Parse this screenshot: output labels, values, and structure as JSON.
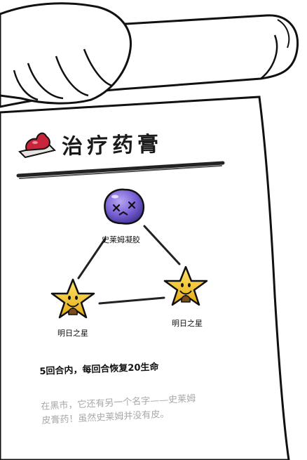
{
  "recipe": {
    "title": "治疗药膏",
    "result_icon": "red-potion-blob-icon",
    "colors": {
      "ink": "#1a1a1a",
      "flavor_text": "#a8a8a8",
      "potion_red": "#c8243b",
      "slime_purple": "#7b63d6",
      "star_yellow": "#f2c51c"
    },
    "ingredients": {
      "top": {
        "name": "史莱姆凝胶",
        "icon": "purple-slime-gel-icon"
      },
      "left": {
        "name": "明日之星",
        "icon": "smiling-star-icon"
      },
      "right": {
        "name": "明日之星",
        "icon": "smiling-star-icon"
      }
    },
    "effect": "5回合内，每回合恢复20生命",
    "flavor_lines": [
      "在黑市，它还有另一个名字——史莱姆",
      "皮膏药！虽然史莱姆并没有皮。"
    ]
  }
}
